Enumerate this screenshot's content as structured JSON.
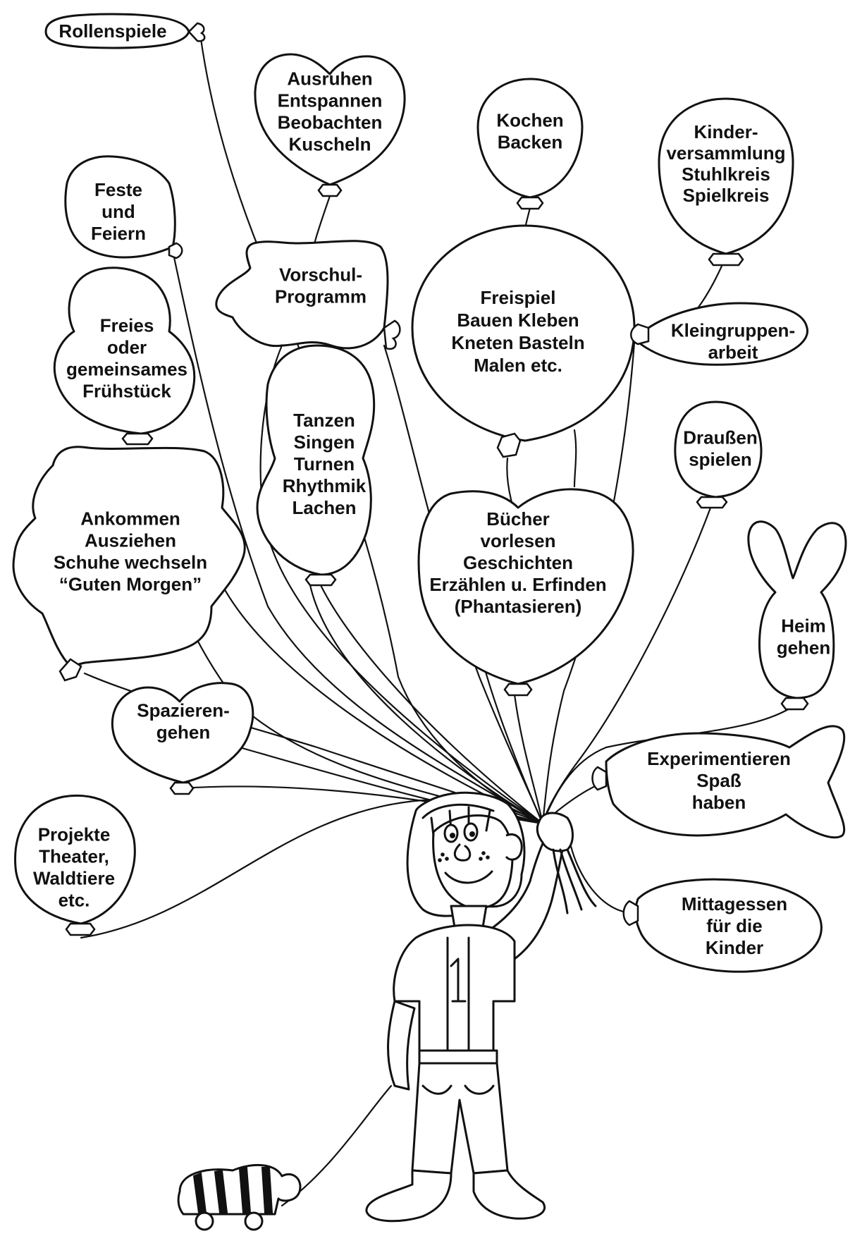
{
  "balloons": [
    {
      "id": "rollenspiele",
      "lines": [
        "Rollenspiele"
      ]
    },
    {
      "id": "ausruhen",
      "lines": [
        "Ausruhen",
        "Entspannen",
        "Beobachten",
        "Kuscheln"
      ]
    },
    {
      "id": "kochen",
      "lines": [
        "Kochen",
        "Backen"
      ]
    },
    {
      "id": "kinderversammlung",
      "lines": [
        "Kinder-",
        "versammlung",
        "Stuhlkreis",
        "Spielkreis"
      ]
    },
    {
      "id": "feste",
      "lines": [
        "Feste",
        "und",
        "Feiern"
      ]
    },
    {
      "id": "vorschul",
      "lines": [
        "Vorschul-",
        "Programm"
      ]
    },
    {
      "id": "freispiel",
      "lines": [
        "Freispiel",
        "Bauen Kleben",
        "Kneten Basteln",
        "Malen etc."
      ]
    },
    {
      "id": "kleingruppen",
      "lines": [
        "Kleingruppen-",
        "arbeit"
      ]
    },
    {
      "id": "fruehstueck",
      "lines": [
        "Freies",
        "oder",
        "gemeinsames",
        "Frühstück"
      ]
    },
    {
      "id": "tanzen",
      "lines": [
        "Tanzen",
        "Singen",
        "Turnen",
        "Rhythmik",
        "Lachen"
      ]
    },
    {
      "id": "draussen",
      "lines": [
        "Draußen",
        "spielen"
      ]
    },
    {
      "id": "ankommen",
      "lines": [
        "Ankommen",
        "Ausziehen",
        "Schuhe wechseln",
        "“Guten Morgen”"
      ]
    },
    {
      "id": "buecher",
      "lines": [
        "Bücher",
        "vorlesen",
        "Geschichten",
        "Erzählen u. Erfinden",
        "(Phantasieren)"
      ]
    },
    {
      "id": "heim",
      "lines": [
        "Heim",
        "gehen"
      ]
    },
    {
      "id": "spazieren",
      "lines": [
        "Spazieren-",
        "gehen"
      ]
    },
    {
      "id": "experimentieren",
      "lines": [
        "Experimentieren",
        "Spaß",
        "haben"
      ]
    },
    {
      "id": "projekte",
      "lines": [
        "Projekte",
        "Theater,",
        "Waldtiere",
        "etc."
      ]
    },
    {
      "id": "mittagessen",
      "lines": [
        "Mittagessen",
        "für die",
        "Kinder"
      ]
    }
  ]
}
